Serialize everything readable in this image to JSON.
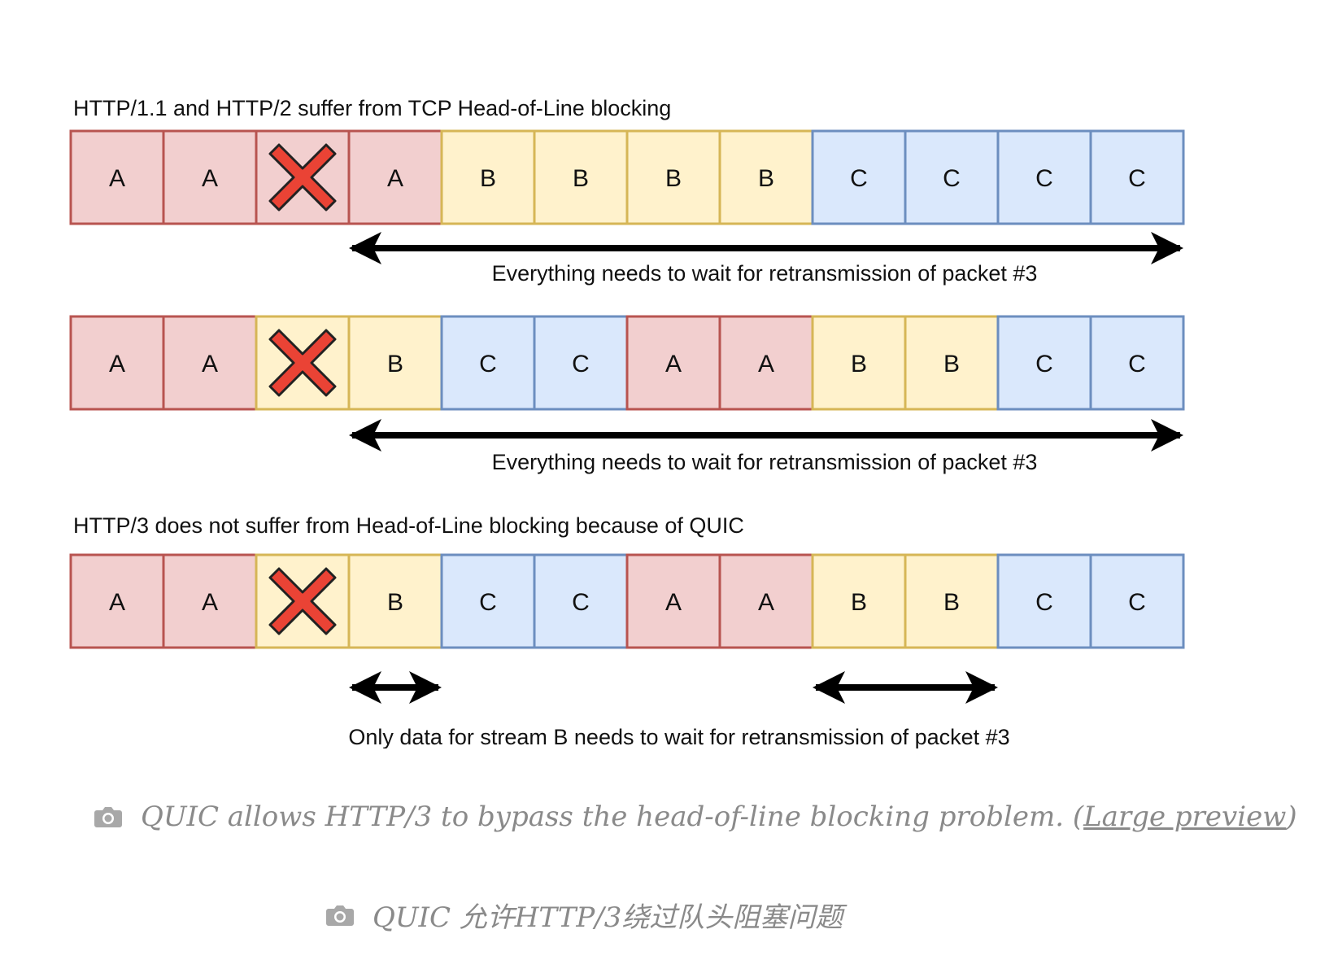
{
  "colors": {
    "A": {
      "fill": "#f2cfcf",
      "stroke": "#b85450"
    },
    "B": {
      "fill": "#fff2cc",
      "stroke": "#d6b656"
    },
    "C": {
      "fill": "#dae8fc",
      "stroke": "#6c8ebf"
    },
    "lost_x": {
      "fill": "#ea4335",
      "stroke": "#222222"
    },
    "arrow": "#000000"
  },
  "diagram": {
    "title_tcp": "HTTP/1.1 and HTTP/2 suffer from TCP Head-of-Line blocking",
    "title_quic": "HTTP/3 does not suffer from Head-of-Line blocking because of QUIC",
    "rows": [
      {
        "packets": [
          "A",
          "A",
          "A",
          "A",
          "B",
          "B",
          "B",
          "B",
          "C",
          "C",
          "C",
          "C"
        ],
        "lost_index": 2,
        "arrows": [
          {
            "from_packet": 3,
            "to_packet": 11
          }
        ],
        "note": "Everything needs to wait for retransmission of packet #3"
      },
      {
        "packets": [
          "A",
          "A",
          "B",
          "B",
          "C",
          "C",
          "A",
          "A",
          "B",
          "B",
          "C",
          "C"
        ],
        "lost_index": 2,
        "arrows": [
          {
            "from_packet": 3,
            "to_packet": 11
          }
        ],
        "note": "Everything needs to wait for retransmission of packet #3"
      },
      {
        "packets": [
          "A",
          "A",
          "B",
          "B",
          "C",
          "C",
          "A",
          "A",
          "B",
          "B",
          "C",
          "C"
        ],
        "lost_index": 2,
        "arrows": [
          {
            "from_packet": 3,
            "to_packet": 3
          },
          {
            "from_packet": 8,
            "to_packet": 9
          }
        ],
        "note": "Only data for stream B needs to wait for retransmission of packet #3"
      }
    ]
  },
  "captions": {
    "english": "QUIC allows HTTP/3 to bypass the head-of-line blocking problem. (",
    "english_link": "Large preview",
    "english_end": ")",
    "chinese": "QUIC 允许HTTP/3绕过队头阻塞问题",
    "icon": "camera-icon"
  }
}
